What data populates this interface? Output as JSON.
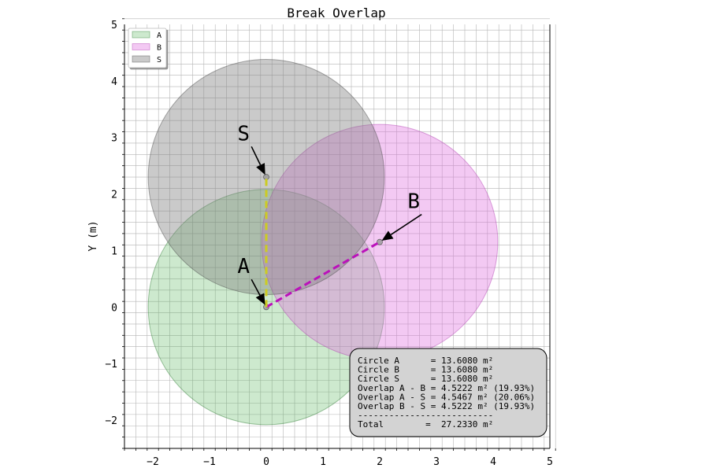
{
  "chart_data": {
    "type": "area",
    "title": "Break Overlap",
    "xlabel": "",
    "ylabel": "Y (m)",
    "xlim": [
      -2.5,
      5
    ],
    "ylim": [
      -2.5,
      5
    ],
    "grid": true,
    "major_x_ticks": [
      -2,
      -1,
      0,
      1,
      2,
      3,
      4,
      5
    ],
    "major_y_ticks": [
      -2,
      -1,
      0,
      1,
      2,
      3,
      4,
      5
    ],
    "x_tick_labels": [
      "−2",
      "−1",
      "0",
      "1",
      "2",
      "3",
      "4",
      "5"
    ],
    "y_tick_labels": [
      "−2",
      "−1",
      "0",
      "1",
      "2",
      "3",
      "4",
      "5"
    ],
    "minor_step": 0.2,
    "legend_location": "top-left",
    "circles": [
      {
        "name": "A",
        "center": [
          0,
          0
        ],
        "radius": 2.081,
        "fill": "#4caf50",
        "edge": "#2e7d32",
        "alpha": 0.28
      },
      {
        "name": "B",
        "center": [
          2.0,
          1.15
        ],
        "radius": 2.081,
        "fill": "#e070e0",
        "edge": "#b03fb0",
        "alpha": 0.38
      },
      {
        "name": "S",
        "center": [
          0,
          2.3
        ],
        "radius": 2.081,
        "fill": "#7a7a7a",
        "edge": "#4a4a4a",
        "alpha": 0.4
      }
    ],
    "links": [
      {
        "from": [
          0,
          0
        ],
        "to": [
          2.0,
          1.15
        ],
        "color": "#bb11bb"
      },
      {
        "from": [
          0,
          0
        ],
        "to": [
          0,
          2.3
        ],
        "color": "#cccc22"
      }
    ],
    "annotations": [
      {
        "label": "S",
        "point": [
          0,
          2.3
        ],
        "text_at": [
          -0.4,
          2.95
        ]
      },
      {
        "label": "A",
        "point": [
          0,
          0
        ],
        "text_at": [
          -0.4,
          0.6
        ]
      },
      {
        "label": "B",
        "point": [
          2.0,
          1.15
        ],
        "text_at": [
          2.6,
          1.75
        ]
      }
    ],
    "stats_lines": [
      "Circle A      = 13.6080 m²",
      "Circle B      = 13.6080 m²",
      "Circle S      = 13.6080 m²",
      "Overlap A - B = 4.5222 m² (19.93%)",
      "Overlap A - S = 4.5467 m² (20.06%)",
      "Overlap B - S = 4.5222 m² (19.93%)",
      "--------------------------",
      "Total        =  27.2330 m²"
    ]
  }
}
